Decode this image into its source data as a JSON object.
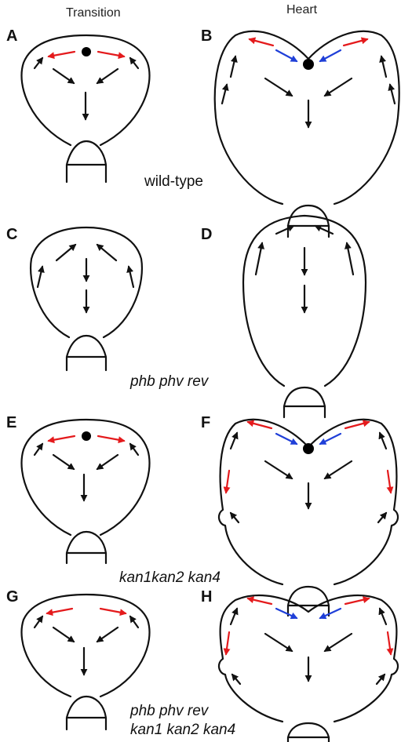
{
  "headers": {
    "transition": "Transition",
    "heart": "Heart"
  },
  "panel_labels": {
    "A": "A",
    "B": "B",
    "C": "C",
    "D": "D",
    "E": "E",
    "F": "F",
    "G": "G",
    "H": "H"
  },
  "genotypes": {
    "wild_type": "wild-type",
    "phb_phv_rev": "phb phv rev",
    "kan1kan2_kan4": "kan1kan2 kan4",
    "combo_line1": "phb phv rev",
    "combo_line2": "kan1 kan2 kan4"
  },
  "colors": {
    "outline": "#111111",
    "arrow_black": "#111111",
    "arrow_red": "#e41a1c",
    "arrow_blue": "#1f3fd8",
    "dot": "#000000"
  }
}
